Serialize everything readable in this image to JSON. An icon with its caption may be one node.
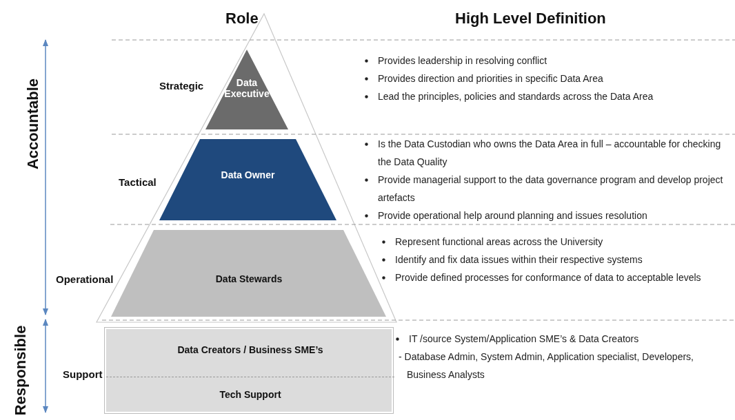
{
  "diagram": {
    "nodes": [
      {
        "text": [
          "Data Executive"
        ],
        "beside": [
          "Strategic"
        ]
      },
      {
        "text": [
          "Data Owner"
        ],
        "beside": [
          "Tactical"
        ]
      },
      {
        "text": [
          "Data Stewards"
        ],
        "beside": [
          "Operational"
        ]
      },
      {
        "text": [],
        "shape": "box",
        "beside": [
          "Support"
        ]
      },
      {
        "text": [
          "Data Creators / Business SME’s"
        ],
        "in": 3
      },
      {
        "text": [
          "Tech Support"
        ],
        "in": 3
      }
    ],
    "edges": [],
    "labels": [
      "Role",
      "High Level Definition",
      "Accountable",
      "Responsible",
      "Provides leadership in resolving conflict",
      "Provides direction and priorities in specific Data Area",
      "Lead the principles, policies and standards across the Data Area",
      "Is the Data Custodian who owns the Data Area in full – accountable for checking the Data Quality",
      "Provide managerial support to the data governance program and develop project artefacts",
      "Provide operational help around planning and issues resolution",
      "Represent functional areas across the University",
      "Identify and fix data issues within their respective systems",
      "Provide defined processes for conformance of data to acceptable levels",
      "IT /source System/Application SME’s & Data Creators",
      "- Database Admin, System Admin, Application specialist, Developers, Business Analysts"
    ]
  }
}
